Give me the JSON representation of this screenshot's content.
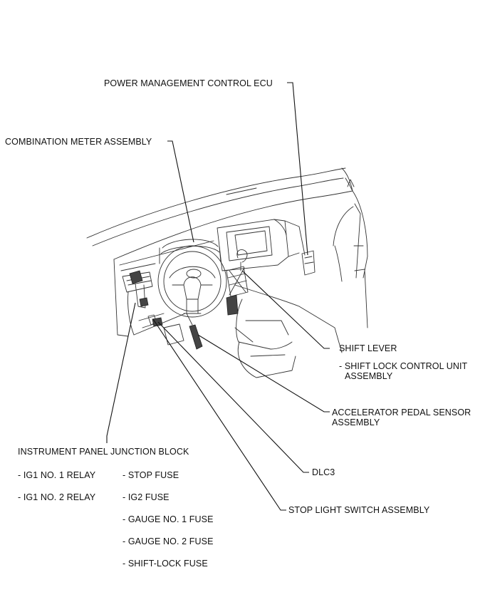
{
  "labels": {
    "power_ecu": "POWER MANAGEMENT CONTROL ECU",
    "combination_meter": "COMBINATION METER ASSEMBLY",
    "shift_lever": "SHIFT LEVER",
    "shift_lock_unit_1": "- SHIFT LOCK CONTROL UNIT",
    "shift_lock_unit_2": "ASSEMBLY",
    "accel_pedal_1": "ACCELERATOR PEDAL SENSOR",
    "accel_pedal_2": "ASSEMBLY",
    "ip_junction_block": "INSTRUMENT PANEL JUNCTION BLOCK",
    "dlc3": "DLC3",
    "stop_light_switch": "STOP LIGHT SWITCH ASSEMBLY"
  },
  "relays": [
    "- IG1 NO. 1 RELAY",
    "- IG1 NO. 2 RELAY"
  ],
  "fuses": [
    "- STOP FUSE",
    "- IG2 FUSE",
    "- GAUGE NO. 1 FUSE",
    "- GAUGE NO. 2 FUSE",
    "- SHIFT-LOCK FUSE"
  ]
}
